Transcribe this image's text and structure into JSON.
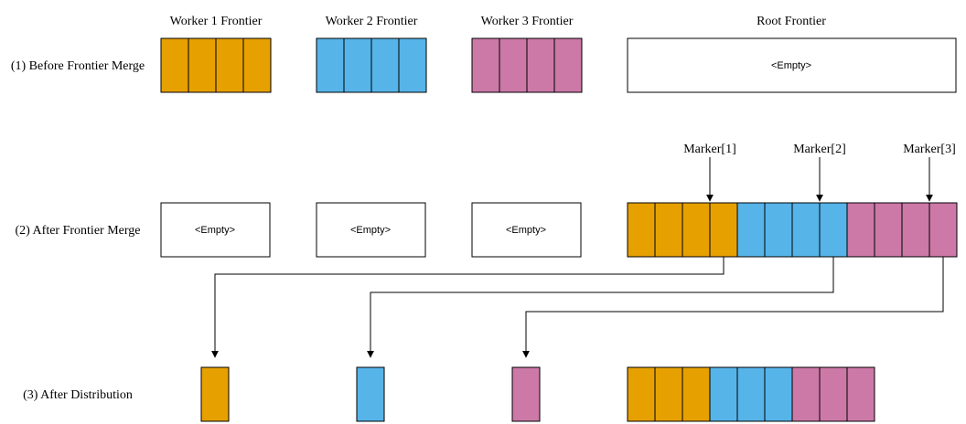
{
  "colors": {
    "worker1": "#E6A000",
    "worker2": "#56B4E9",
    "worker3": "#CC79A7"
  },
  "headers": {
    "worker1": "Worker 1 Frontier",
    "worker2": "Worker 2 Frontier",
    "worker3": "Worker 3 Frontier",
    "root": "Root Frontier"
  },
  "rows": {
    "before": "(1) Before Frontier Merge",
    "after_merge": "(2) After Frontier Merge",
    "after_distribution": "(3) After Distribution"
  },
  "empty_label": "<Empty>",
  "markers": {
    "m1": "Marker[1]",
    "m2": "Marker[2]",
    "m3": "Marker[3]"
  }
}
